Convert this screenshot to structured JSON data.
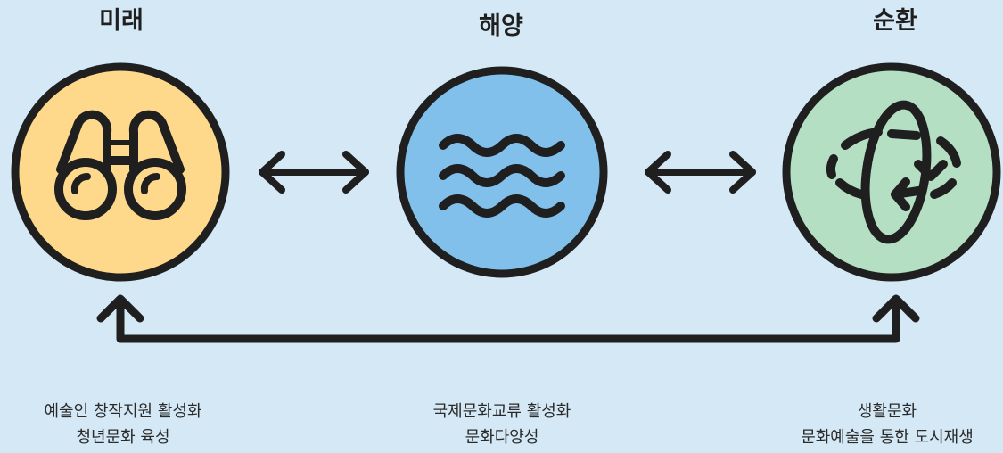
{
  "colors": {
    "background": "#d4e8f6",
    "future_fill": "#fed98b",
    "ocean_fill": "#82c0ec",
    "cycle_fill": "#b4dfc3",
    "stroke": "#1f1f1f"
  },
  "nodes": [
    {
      "title": "미래",
      "icon": "binoculars-icon",
      "lines": [
        "예술인 창작지원 활성화",
        "청년문화 육성"
      ]
    },
    {
      "title": "해양",
      "icon": "waves-icon",
      "lines": [
        "국제문화교류 활성화",
        "문화다양성"
      ]
    },
    {
      "title": "순환",
      "icon": "cycle-icon",
      "lines": [
        "생활문화",
        "문화예술을 통한 도시재생"
      ]
    }
  ]
}
